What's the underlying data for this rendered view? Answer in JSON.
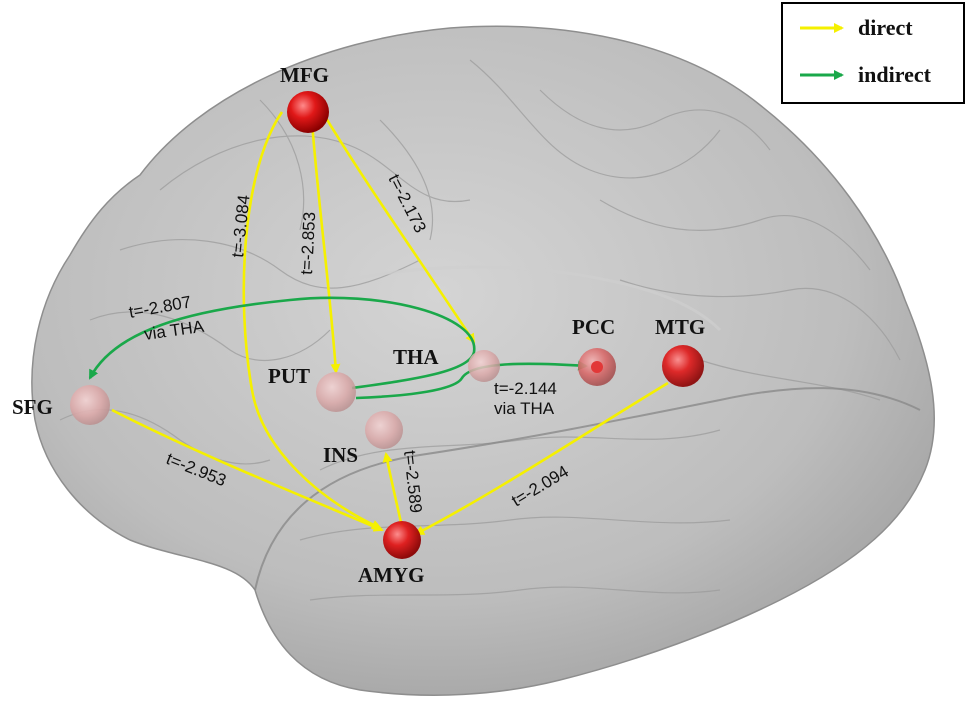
{
  "legend": {
    "direct": "direct",
    "indirect": "indirect"
  },
  "colors": {
    "direct": "#f5f000",
    "indirect": "#1aa84a",
    "node": "#d81515",
    "brain": "#b8b8b8"
  },
  "regions": {
    "mfg": "MFG",
    "sfg": "SFG",
    "put": "PUT",
    "tha": "THA",
    "pcc": "PCC",
    "mtg": "MTG",
    "ins": "INS",
    "amyg": "AMYG"
  },
  "edges": {
    "mfg_amyg": "t=-3.084",
    "mfg_put": "t=-2.853",
    "mfg_tha": "t=-2.173",
    "sfg_amyg": "t=-2.953",
    "ins_amyg": "t=-2.589",
    "mtg_amyg": "t=-2.094",
    "put_sfg": "t=-2.807",
    "put_sfg_via": "via THA",
    "put_pcc": "t=-2.144",
    "put_pcc_via": "via THA"
  }
}
